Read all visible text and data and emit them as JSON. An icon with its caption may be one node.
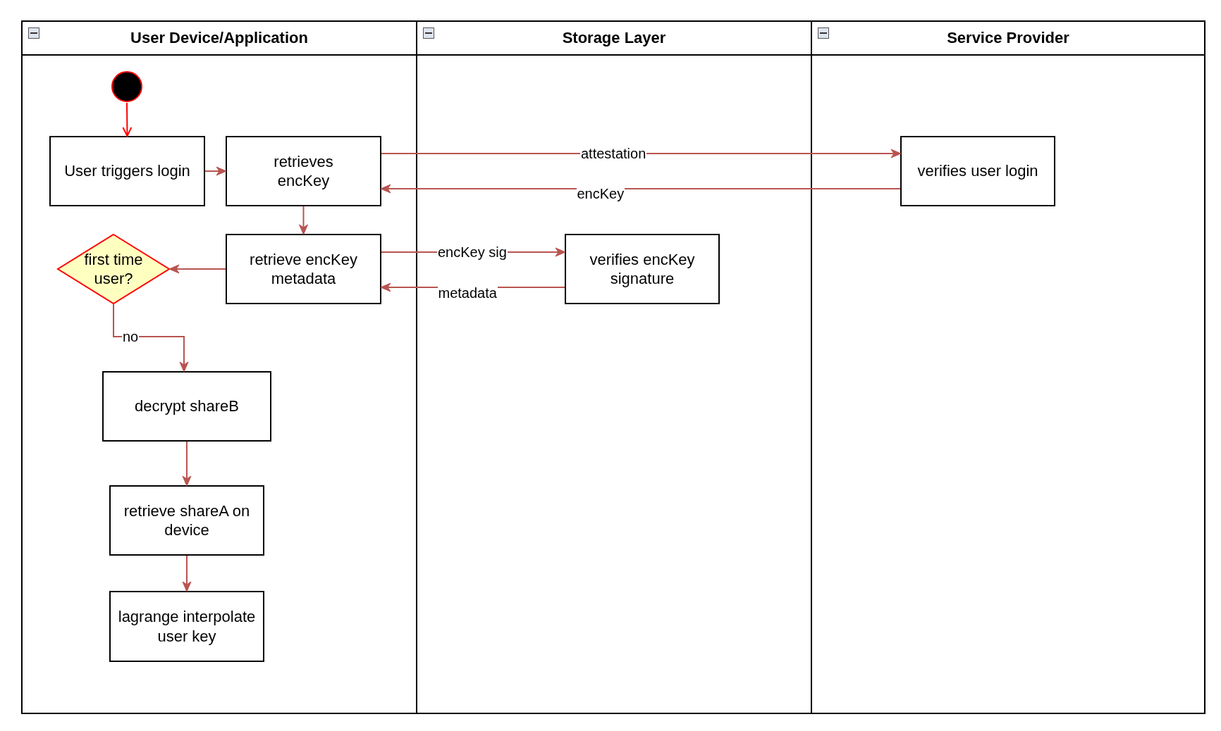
{
  "diagram": {
    "nodes": [
      {
        "text": [
          "User Device/Application"
        ]
      },
      {
        "text": [
          "Storage Layer"
        ]
      },
      {
        "text": [
          "Service Provider"
        ]
      },
      {
        "text": [],
        "shape": "circle",
        "in": 0
      },
      {
        "text": [
          "User triggers login"
        ],
        "in": 0
      },
      {
        "text": [
          "retrieves encKey"
        ],
        "in": 0
      },
      {
        "text": [
          "verifies user login"
        ],
        "in": 2
      },
      {
        "text": [
          "first time user?"
        ],
        "in": 0
      },
      {
        "text": [
          "retrieve encKey metadata"
        ],
        "in": 0
      },
      {
        "text": [
          "verifies encKey signature"
        ],
        "in": 1
      },
      {
        "text": [
          "decrypt shareB"
        ],
        "in": 0
      },
      {
        "text": [
          "retrieve shareA on device"
        ],
        "in": 0
      },
      {
        "text": [
          "lagrange interpolate user key"
        ],
        "in": 0
      }
    ],
    "edges": [
      {
        "from": 3,
        "to": 4,
        "arrow": "to",
        "color": "#ff0000"
      },
      {
        "from": 4,
        "to": 5,
        "arrow": "to"
      },
      {
        "from": 5,
        "to": 6,
        "arrow": "to",
        "label": "attestation"
      },
      {
        "from": 6,
        "to": 5,
        "arrow": "to",
        "label": "encKey"
      },
      {
        "from": 5,
        "to": 8,
        "arrow": "to"
      },
      {
        "from": 8,
        "to": 9,
        "arrow": "to",
        "label": "encKey sig"
      },
      {
        "from": 9,
        "to": 8,
        "arrow": "to",
        "label": "metadata"
      },
      {
        "from": 8,
        "to": 7,
        "arrow": "to"
      },
      {
        "from": 7,
        "to": 10,
        "arrow": "to",
        "label": "no"
      },
      {
        "from": 10,
        "to": 11,
        "arrow": "to"
      },
      {
        "from": 11,
        "to": 12,
        "arrow": "to"
      }
    ]
  }
}
